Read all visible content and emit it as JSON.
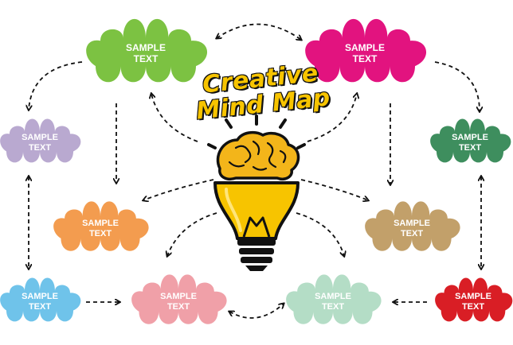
{
  "title": {
    "line1": "Creative",
    "line2": "Mind Map"
  },
  "clouds": [
    {
      "id": "top-left",
      "text": "SAMPLE\nTEXT",
      "color": "#7cc242"
    },
    {
      "id": "top-right",
      "text": "SAMPLE\nTEXT",
      "color": "#e2137f"
    },
    {
      "id": "left-upper",
      "text": "SAMPLE\nTEXT",
      "color": "#b9a9d0"
    },
    {
      "id": "right-upper",
      "text": "SAMPLE\nTEXT",
      "color": "#3e8e5e"
    },
    {
      "id": "left-middle",
      "text": "SAMPLE\nTEXT",
      "color": "#f39c4f"
    },
    {
      "id": "right-middle",
      "text": "SAMPLE\nTEXT",
      "color": "#c2a06a"
    },
    {
      "id": "bottom-left",
      "text": "SAMPLE\nTEXT",
      "color": "#6fc3ea"
    },
    {
      "id": "bottom-center-left",
      "text": "SAMPLE\nTEXT",
      "color": "#f0a0a8"
    },
    {
      "id": "bottom-center-right",
      "text": "SAMPLE\nTEXT",
      "color": "#b4ddc6"
    },
    {
      "id": "bottom-right",
      "text": "SAMPLE\nTEXT",
      "color": "#d91e25"
    }
  ],
  "colors": {
    "bulb_glass": "#f7c400",
    "brain": "#f3b51a",
    "outline": "#111111",
    "arrow": "#111111"
  },
  "icons": [
    "lightbulb-brain-icon"
  ]
}
